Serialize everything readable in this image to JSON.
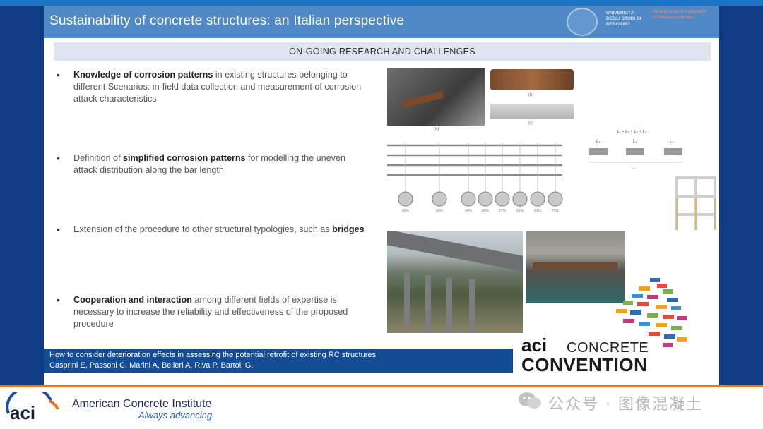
{
  "slide": {
    "title": "Sustainability of concrete structures: an Italian perspective",
    "university": "UNIVERSITÀ DEGLI STUDI DI BERGAMO",
    "department": "Dipartimento di Ingegneria e Scienze Applicate",
    "section_title": "ON-GOING RESEARCH  AND CHALLENGES",
    "bullets": [
      {
        "bold": "Knowledge of corrosion patterns",
        "rest": " in existing structures belonging to different Scenarios: in-field data collection and measurement of corrosion attack characteristics"
      },
      {
        "lead": "Definition of ",
        "bold": "simplified corrosion patterns",
        "rest": " for modelling the uneven attack distribution along the bar length"
      },
      {
        "lead": "Extension of the procedure to other structural typologies, such as ",
        "bold": "bridges",
        "rest": ""
      },
      {
        "bold": "Cooperation and interaction",
        "rest": " among different fields of expertise is necessary to increase the reliability and effectiveness of the proposed procedure"
      }
    ],
    "figure_captions": [
      "(a)",
      "(b)",
      "(c)"
    ],
    "bar_formula": "Lᵢ = L₁ + L₂ + L₃",
    "bar_labels": [
      "L₁",
      "L₂",
      "L₃",
      "Lₜ"
    ],
    "section_labels": [
      "90%",
      "90%",
      "40%",
      "80%",
      "77%",
      "65%",
      "61%",
      "79%"
    ],
    "citation_line1": "How to consider deterioration effects in assessing the potential retrofit of existing RC structures",
    "citation_line2": "Casprini E, Passoni C, Marini A, Belleri A, Riva P, Bartoli G.",
    "convention_logo": {
      "aci": "aci",
      "line1": "CONCRETE",
      "line2": "CONVENTION"
    }
  },
  "footer": {
    "aci_logo": "aci",
    "name": "American Concrete Institute",
    "tagline": "Always advancing",
    "wechat": "公众号 · 图像混凝土"
  },
  "colors": {
    "brand_blue": "#0f3c85",
    "header_blue": "#4f89c6",
    "accent_orange": "#e2781f"
  }
}
